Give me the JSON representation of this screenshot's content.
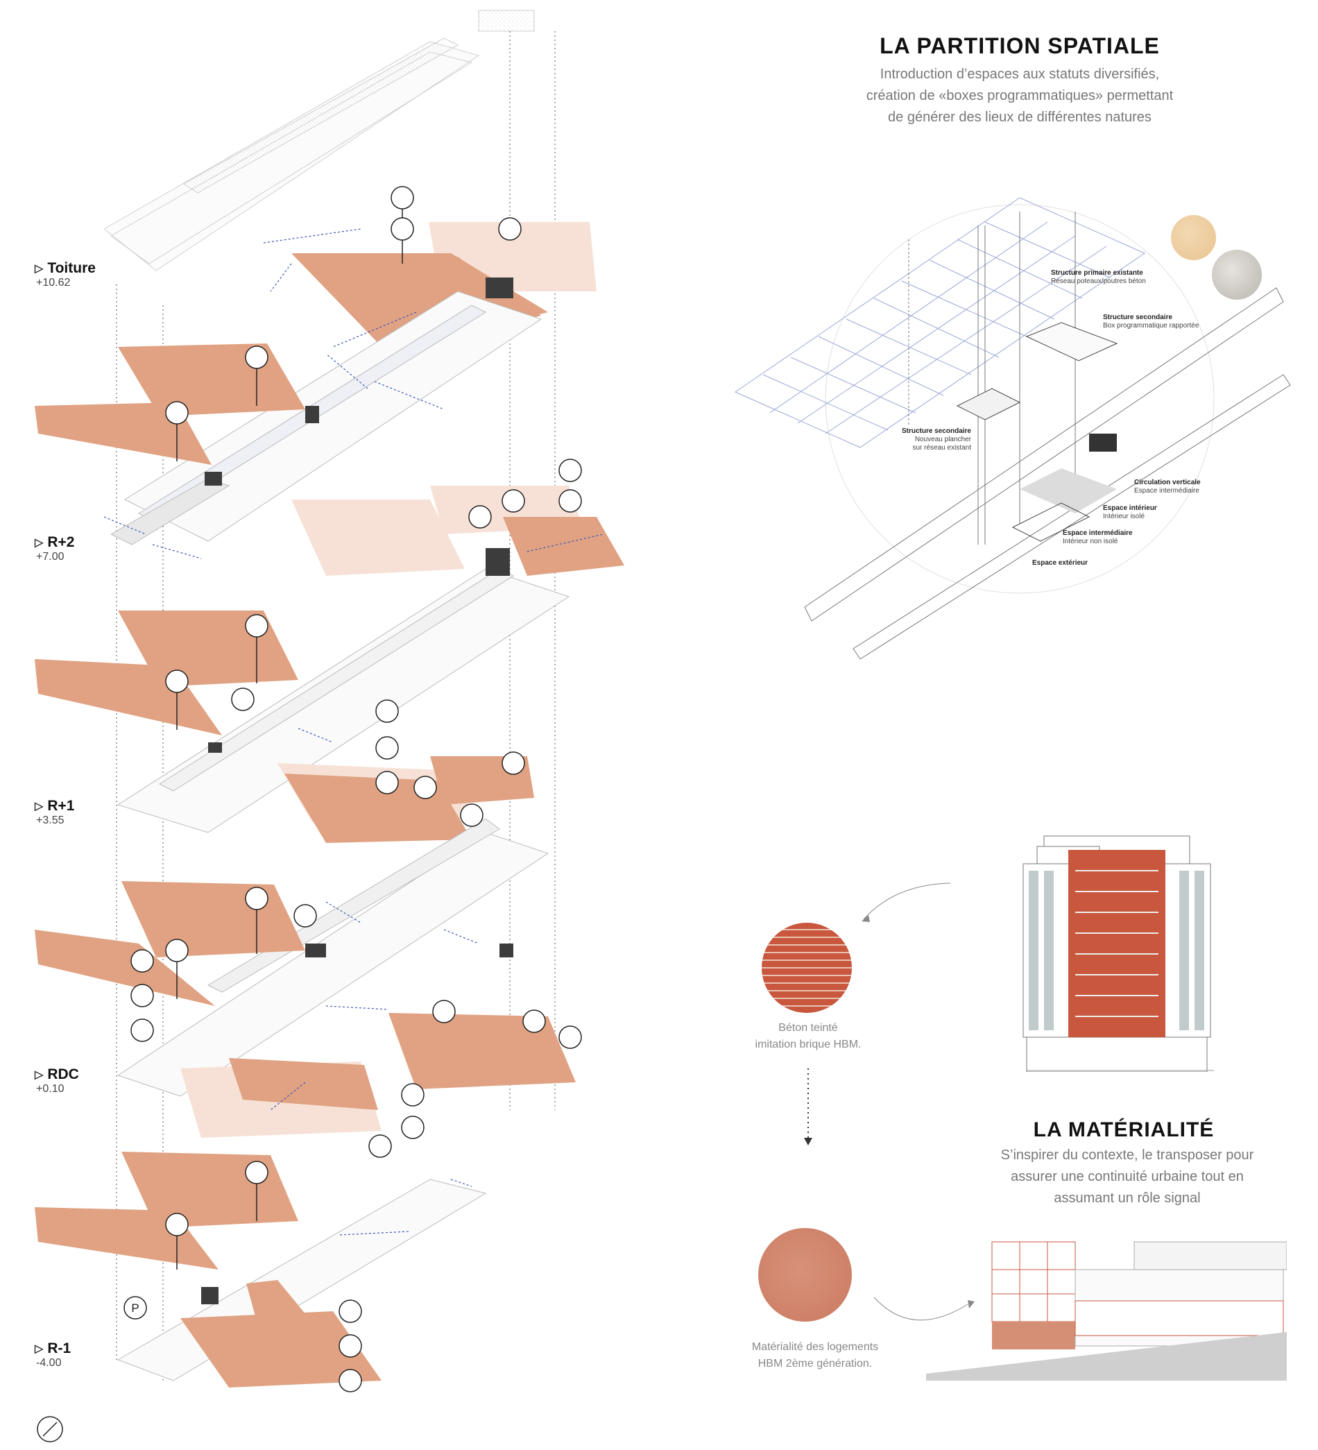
{
  "levels": [
    {
      "name": "Toiture",
      "elevation": "+10.62"
    },
    {
      "name": "R+2",
      "elevation": "+7.00"
    },
    {
      "name": "R+1",
      "elevation": "+3.55"
    },
    {
      "name": "RDC",
      "elevation": "+0.10"
    },
    {
      "name": "R-1",
      "elevation": "-4.00"
    }
  ],
  "icons": {
    "parking_letter": "P"
  },
  "partition": {
    "title": "LA PARTITION SPATIALE",
    "subtitle_lines": [
      "Introduction d’espaces aux statuts diversifiés,",
      "création de «boxes programmatiques» permettant",
      "de générer des lieux de différentes natures"
    ],
    "labels": {
      "structure_primaire": {
        "title": "Structure primaire existante",
        "desc": "Réseau poteaux/poutres béton"
      },
      "structure_secondaire_box": {
        "title": "Structure secondaire",
        "desc": "Box programmatique rapportée"
      },
      "structure_secondaire_plancher": {
        "title": "Structure secondaire",
        "desc1": "Nouveau plancher",
        "desc2": "sur réseau existant"
      },
      "circulation": {
        "title": "Circulation verticale",
        "desc": "Espace intermédiaire"
      },
      "espace_interieur": {
        "title": "Espace intérieur",
        "desc": "Intérieur isolé"
      },
      "espace_intermediaire": {
        "title": "Espace intermédiaire",
        "desc": "Intérieur non isolé"
      },
      "espace_exterieur": {
        "title": "Espace extérieur"
      }
    }
  },
  "materialite": {
    "title": "LA MATÉRIALITÉ",
    "subtitle_lines": [
      "S’inspirer du contexte, le transposer pour",
      "assurer une continuité urbaine tout en",
      "assumant un rôle signal"
    ],
    "caption_brick": [
      "Béton teinté",
      "imitation brique HBM."
    ],
    "caption_render": [
      "Matérialité des logements",
      "HBM 2ème génération."
    ]
  },
  "colors": {
    "terracotta": "#e0a282",
    "terracotta_light": "#f7e1d6",
    "brick": "#c8573d",
    "blue": "#3b57b8",
    "dark": "#3c3c3c"
  }
}
